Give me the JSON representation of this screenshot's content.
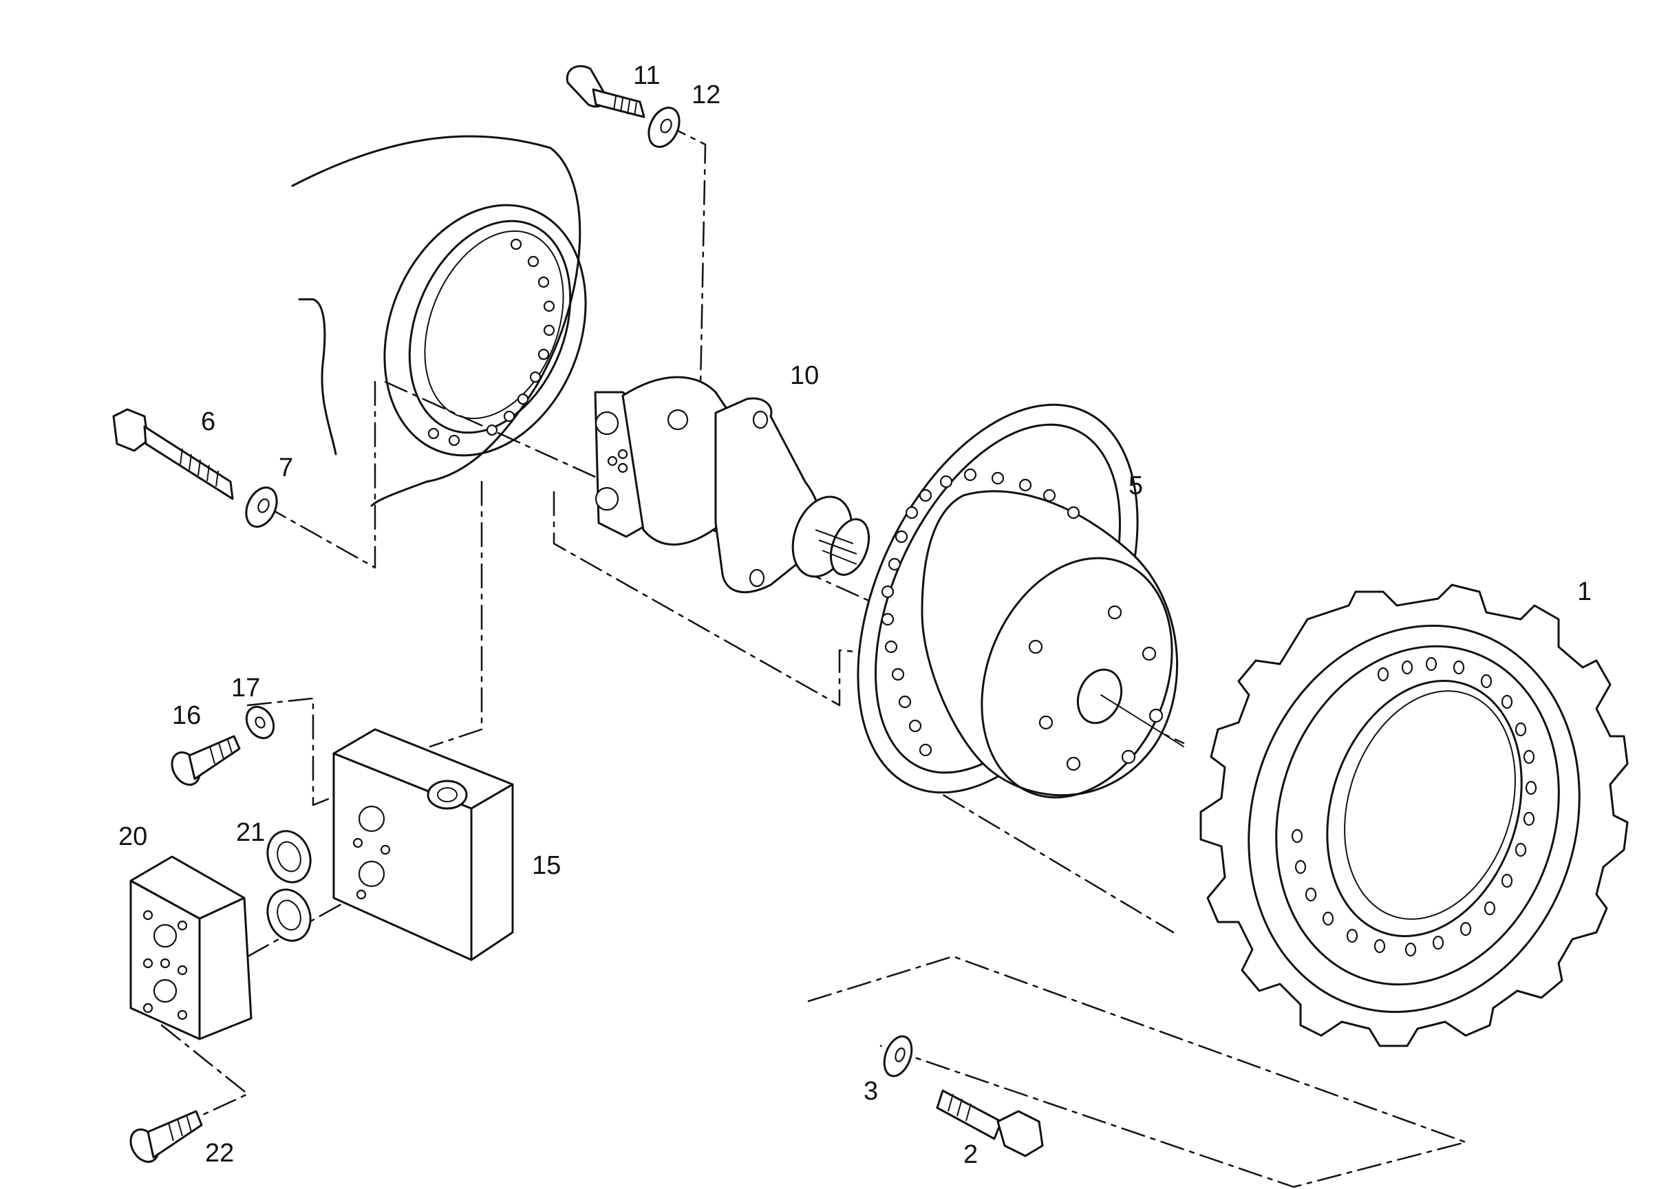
{
  "callouts": [
    {
      "id": "c1",
      "text": "1"
    },
    {
      "id": "c2",
      "text": "2"
    },
    {
      "id": "c3",
      "text": "3"
    },
    {
      "id": "c5",
      "text": "5"
    },
    {
      "id": "c6",
      "text": "6"
    },
    {
      "id": "c7",
      "text": "7"
    },
    {
      "id": "c10",
      "text": "10"
    },
    {
      "id": "c11",
      "text": "11"
    },
    {
      "id": "c12",
      "text": "12"
    },
    {
      "id": "c15",
      "text": "15"
    },
    {
      "id": "c16",
      "text": "16"
    },
    {
      "id": "c17",
      "text": "17"
    },
    {
      "id": "c20",
      "text": "20"
    },
    {
      "id": "c21",
      "text": "21"
    },
    {
      "id": "c22",
      "text": "22"
    }
  ]
}
